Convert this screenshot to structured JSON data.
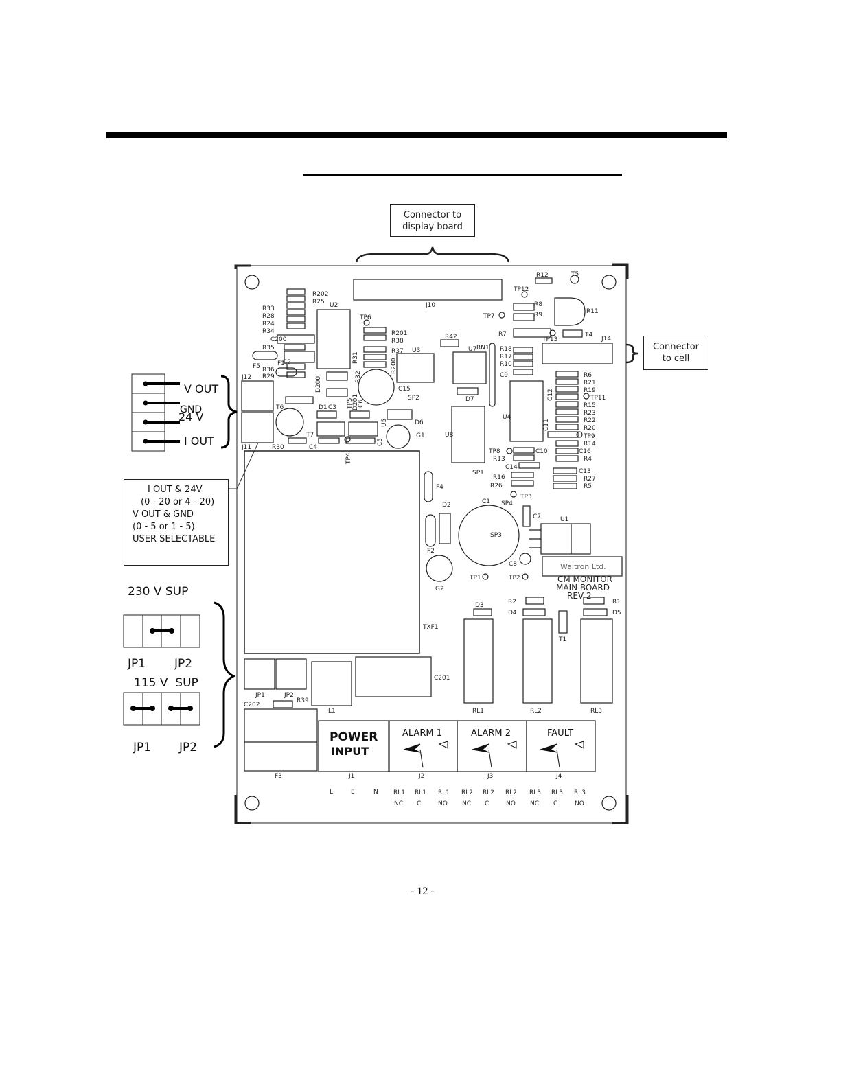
{
  "callouts": {
    "display_connector": [
      "Connector to",
      "display board"
    ],
    "cell_connector": [
      "Connector",
      "to cell"
    ]
  },
  "analog_outputs": {
    "v_out": "V OUT",
    "gnd": "GND",
    "v24": "24 V",
    "i_out": "I OUT"
  },
  "legend_box": {
    "line1": "I OUT & 24V",
    "line2": "(0 - 20 or 4 - 20)",
    "line3": "V OUT & GND",
    "line4": "(0 - 5 or 1 - 5)",
    "line5": "USER SELECTABLE"
  },
  "jumpers": {
    "sup230": "230 V SUP",
    "sup115": "115 V  SUP",
    "jp1": "JP1",
    "jp2": "JP2"
  },
  "board": {
    "logo": "Waltron Ltd.",
    "title1": "CM MONITOR",
    "title2": "MAIN  BOARD",
    "title3": "REV 2",
    "power": "POWER",
    "input": "INPUT",
    "alarm1": "ALARM 1",
    "alarm2": "ALARM 2",
    "fault": "FAULT",
    "terminals_top": [
      "L",
      "E",
      "N",
      "RL1",
      "RL1",
      "RL1",
      "RL2",
      "RL2",
      "RL2",
      "RL3",
      "RL3",
      "RL3"
    ],
    "terminals_bottom": [
      "NC",
      "C",
      "NO",
      "NC",
      "C",
      "NO",
      "NC",
      "C",
      "NO"
    ],
    "component_labels": {
      "J10": "J10",
      "J14": "J14",
      "J12": "J12",
      "J11": "J11",
      "J1": "J1",
      "J2": "J2",
      "J3": "J3",
      "J4": "J4",
      "TXF1": "TXF1",
      "C201": "C201",
      "C202": "C202",
      "L1": "L1",
      "F3": "F3",
      "R39": "R39",
      "RL1": "RL1",
      "RL2": "RL2",
      "RL3": "RL3",
      "U1": "U1",
      "U2": "U2",
      "U3": "U3",
      "U4": "U4",
      "U5": "U5",
      "U7": "U7",
      "U8": "U8",
      "C1": "C1",
      "G1": "G1",
      "G2": "G2",
      "T1": "T1",
      "T5": "T5",
      "T6": "T6",
      "D2": "D2",
      "D3": "D3",
      "D4": "D4",
      "D5": "D5",
      "D6": "D6",
      "D7": "D7",
      "F1": "F1",
      "F2": "F2",
      "F4": "F4",
      "F5": "F5",
      "R1": "R1",
      "R2": "R2",
      "R11": "R11",
      "R12": "R12",
      "R42": "R42",
      "RN1": "RN1",
      "C7": "C7",
      "C8": "C8",
      "C15": "C15",
      "TP1": "TP1",
      "TP2": "TP2",
      "TP3": "TP3",
      "TP4": "TP4",
      "TP7": "TP7",
      "TP12": "TP12",
      "SP1": "SP1",
      "SP2": "SP2",
      "SP3": "SP3",
      "SP4": "SP4"
    },
    "resistor_stack_left": [
      "R202",
      "R25",
      "R33",
      "R28",
      "R24",
      "R34"
    ],
    "resistor_stack_right": [
      "R6",
      "R21",
      "R19",
      "TP11",
      "R15",
      "R23",
      "R22",
      "R20",
      "R14",
      "C16",
      "R4"
    ],
    "resistor_stack_right_lower": [
      "C13",
      "R27",
      "R5"
    ],
    "misc_labels_left": [
      "C200",
      "R35",
      "C2",
      "R36",
      "R29",
      "D200",
      "D1",
      "C3",
      "T7",
      "R30",
      "C4",
      "C5"
    ],
    "misc_labels_mid": [
      "TP6",
      "R201",
      "R38",
      "R37",
      "R31",
      "R32",
      "R200",
      "TP5",
      "D201",
      "C6"
    ],
    "misc_labels_upper_right": [
      "R8",
      "R9",
      "R7",
      "TP13",
      "T4",
      "R18",
      "R17",
      "R10",
      "C9",
      "C12",
      "C11",
      "TP9"
    ],
    "misc_labels_center_right": [
      "TP8",
      "R13",
      "C10",
      "C14",
      "R16",
      "R26"
    ]
  },
  "page_number": "- 12 -"
}
